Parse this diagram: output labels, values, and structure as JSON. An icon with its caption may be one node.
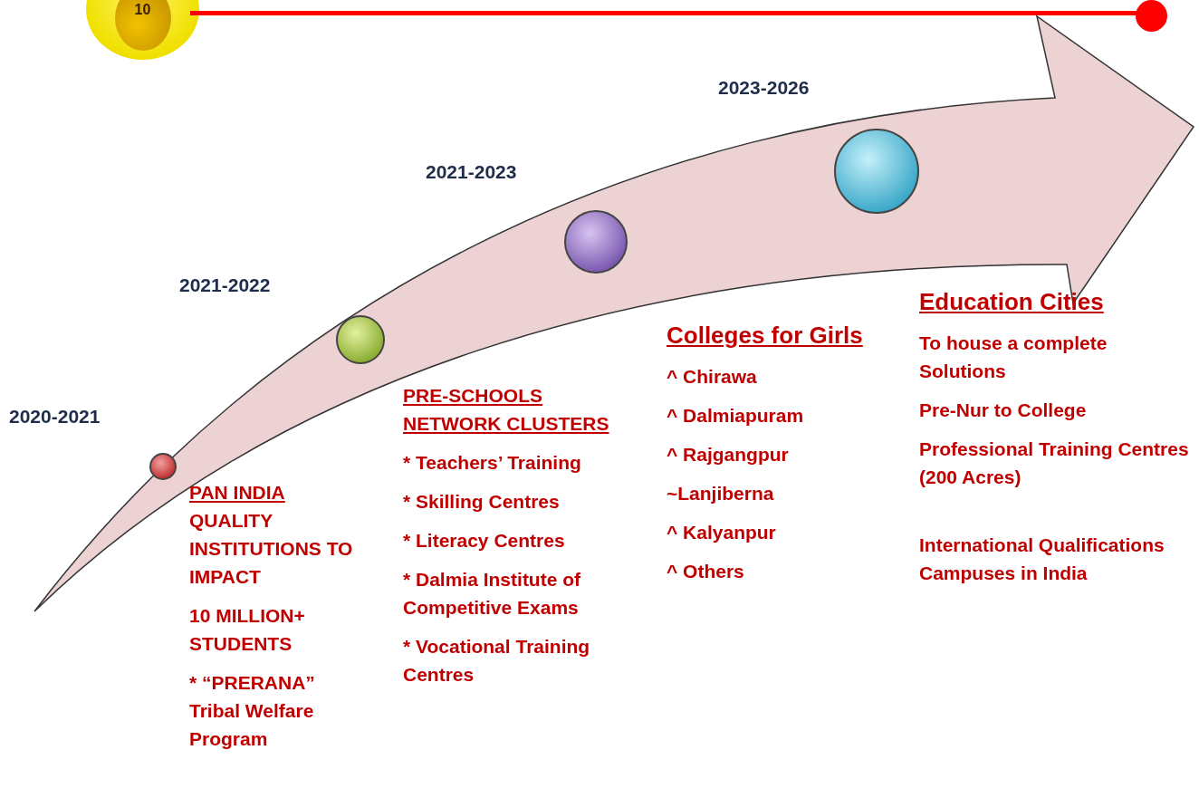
{
  "diagram": {
    "nodes": [
      {
        "text": [],
        "shape": "arrow"
      },
      {
        "text": [],
        "shape": "circle",
        "in": 0,
        "beside": [
          "2020-2021"
        ]
      },
      {
        "text": [],
        "shape": "circle",
        "in": 0,
        "beside": [
          "2021-2022"
        ]
      },
      {
        "text": [],
        "shape": "circle",
        "in": 0,
        "beside": [
          "2021-2023"
        ]
      },
      {
        "text": [],
        "shape": "circle",
        "in": 0,
        "beside": [
          "2023-2026"
        ]
      }
    ],
    "labels": [
      "10",
      "PAN INDIA",
      "QUALITY INSTITUTIONS TO IMPACT",
      "10 MILLION+ STUDENTS",
      "* “PRERANA” Tribal Welfare Program",
      "PRE-SCHOOLS NETWORK CLUSTERS",
      "* Teachers’ Training",
      "* Skilling Centres",
      "* Literacy Centres",
      "* Dalmia Institute of Competitive Exams",
      "* Vocational Training Centres",
      "Colleges for Girls",
      "^ Chirawa",
      "^ Dalmiapuram",
      "^ Rajgangpur",
      "~Lanjiberna",
      "^ Kalyanpur",
      "^ Others",
      "Education Cities",
      "To house a complete Solutions",
      "Pre-Nur to College",
      "Professional Training Centres (200 Acres)",
      "International Qualifications Campuses in India"
    ]
  }
}
